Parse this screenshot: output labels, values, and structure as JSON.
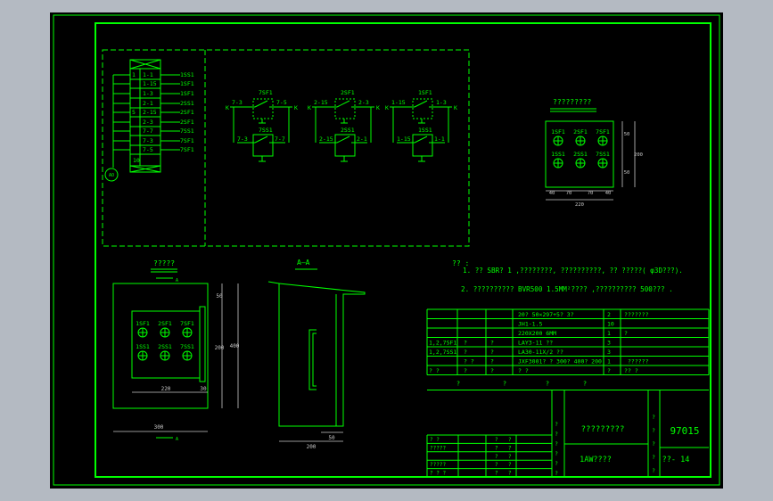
{
  "colors": {
    "viewport_bg": "#b4bac2",
    "paper": "#000000",
    "line": "#00ff00",
    "text": "#00ff00",
    "dim": "#c8c8c8"
  },
  "terminal_block": {
    "numbers": [
      "1",
      "5",
      "10"
    ],
    "rows": [
      {
        "term": "1-1",
        "dev": "1SS1"
      },
      {
        "term": "1-15",
        "dev": "1SF1"
      },
      {
        "term": "1-3",
        "dev": "1SF1"
      },
      {
        "term": "2-1",
        "dev": "2SS1"
      },
      {
        "term": "2-15",
        "dev": "2SF1"
      },
      {
        "term": "2-3",
        "dev": "2SF1"
      },
      {
        "term": "7-7",
        "dev": "7SS1"
      },
      {
        "term": "7-3",
        "dev": "7SF1"
      },
      {
        "term": "7-5",
        "dev": "7SF1"
      }
    ],
    "ammeter": "AO"
  },
  "circuits": [
    {
      "sf": "7SF1",
      "ss": "7SS1",
      "in_top": "7-3",
      "out_top": "7-5",
      "in_bot": "7-3",
      "out_bot": "7-7"
    },
    {
      "sf": "2SF1",
      "ss": "2SS1",
      "in_top": "2-15",
      "out_top": "2-3",
      "in_bot": "2-15",
      "out_bot": "2-1"
    },
    {
      "sf": "1SF1",
      "ss": "1SS1",
      "in_top": "1-15",
      "out_top": "1-3",
      "in_bot": "1-15",
      "out_bot": "1-1"
    }
  ],
  "k_label": "K",
  "panel_layout": {
    "title": "?????????",
    "top_labels": [
      "1SF1",
      "2SF1",
      "7SF1"
    ],
    "bottom_labels": [
      "1SS1",
      "2SS1",
      "7SS1"
    ],
    "dims_bottom": [
      "40",
      "70",
      "70",
      "40"
    ],
    "dim_total": "220",
    "dims_right": [
      "50",
      "50"
    ],
    "dim_height": "200"
  },
  "front_view": {
    "title": "?????",
    "top_labels": [
      "1SF1",
      "2SF1",
      "7SF1"
    ],
    "bottom_labels": [
      "1SS1",
      "2SS1",
      "7SS1"
    ],
    "dim_inner_w": "220",
    "dim_side": "30",
    "dim_outer_w": "300",
    "dim_top": "50",
    "dim_mid": "200",
    "dim_height": "400",
    "section_mark": "A"
  },
  "side_view": {
    "title": "A—A",
    "dim_depth": "200",
    "dim_lip": "50"
  },
  "notes": {
    "heading": "?? :",
    "lines": [
      "1. ?? SBR? 1 ,????????, ??????????, ?? ?????(     φ3D???).",
      "2. ??????????   BVR500 1.5MM²???? ,??????????    500??? ."
    ]
  },
  "bom": [
    {
      "code": "",
      "name": "",
      "qty1": "",
      "spec": "20?  50×297+5?  3?",
      "qty": "2",
      "unit": "?",
      "remark": "??????"
    },
    {
      "code": "",
      "name": "",
      "qty1": "",
      "spec": "JH1-1.5",
      "qty": "10",
      "unit": "",
      "remark": ""
    },
    {
      "code": "",
      "name": "",
      "qty1": "",
      "spec": "220X200          6MM",
      "qty": "1",
      "unit": "?",
      "remark": ""
    },
    {
      "code": "1,2,7SF1",
      "name": "?",
      "qty1": "?",
      "spec": "LAY3-11            ??",
      "qty": "3",
      "unit": "",
      "remark": ""
    },
    {
      "code": "1,2,7SS1",
      "name": "?",
      "qty1": "?",
      "spec": "LA30-11X/2         ??",
      "qty": "3",
      "unit": "",
      "remark": ""
    },
    {
      "code": "",
      "name": "?  ?",
      "qty1": "?",
      "spec": "JXF3001? ?  300?  400?  200",
      "qty": "1",
      "unit": "",
      "remark": "??????"
    },
    {
      "code": "? ?",
      "name": "?",
      "qty1": "?",
      "spec": "?        ?",
      "qty": "?",
      "unit": "?",
      "remark": "?        ?"
    }
  ],
  "bom_footer": [
    "?",
    "?",
    "?",
    "?"
  ],
  "title_block": {
    "project": "?????????",
    "drawing_name": "1AW????",
    "drawing_no": "97015",
    "sheet": "??- 14",
    "side_marks": [
      "?",
      "?",
      "?",
      "?",
      "?",
      "?"
    ],
    "sign_rows": [
      [
        "? ?",
        "?",
        "?"
      ],
      [
        "?????",
        "?",
        "?"
      ],
      [
        "",
        "?",
        "?"
      ],
      [
        "?????",
        "?",
        "?"
      ],
      [
        "? ? ?",
        "?",
        "?"
      ]
    ]
  }
}
